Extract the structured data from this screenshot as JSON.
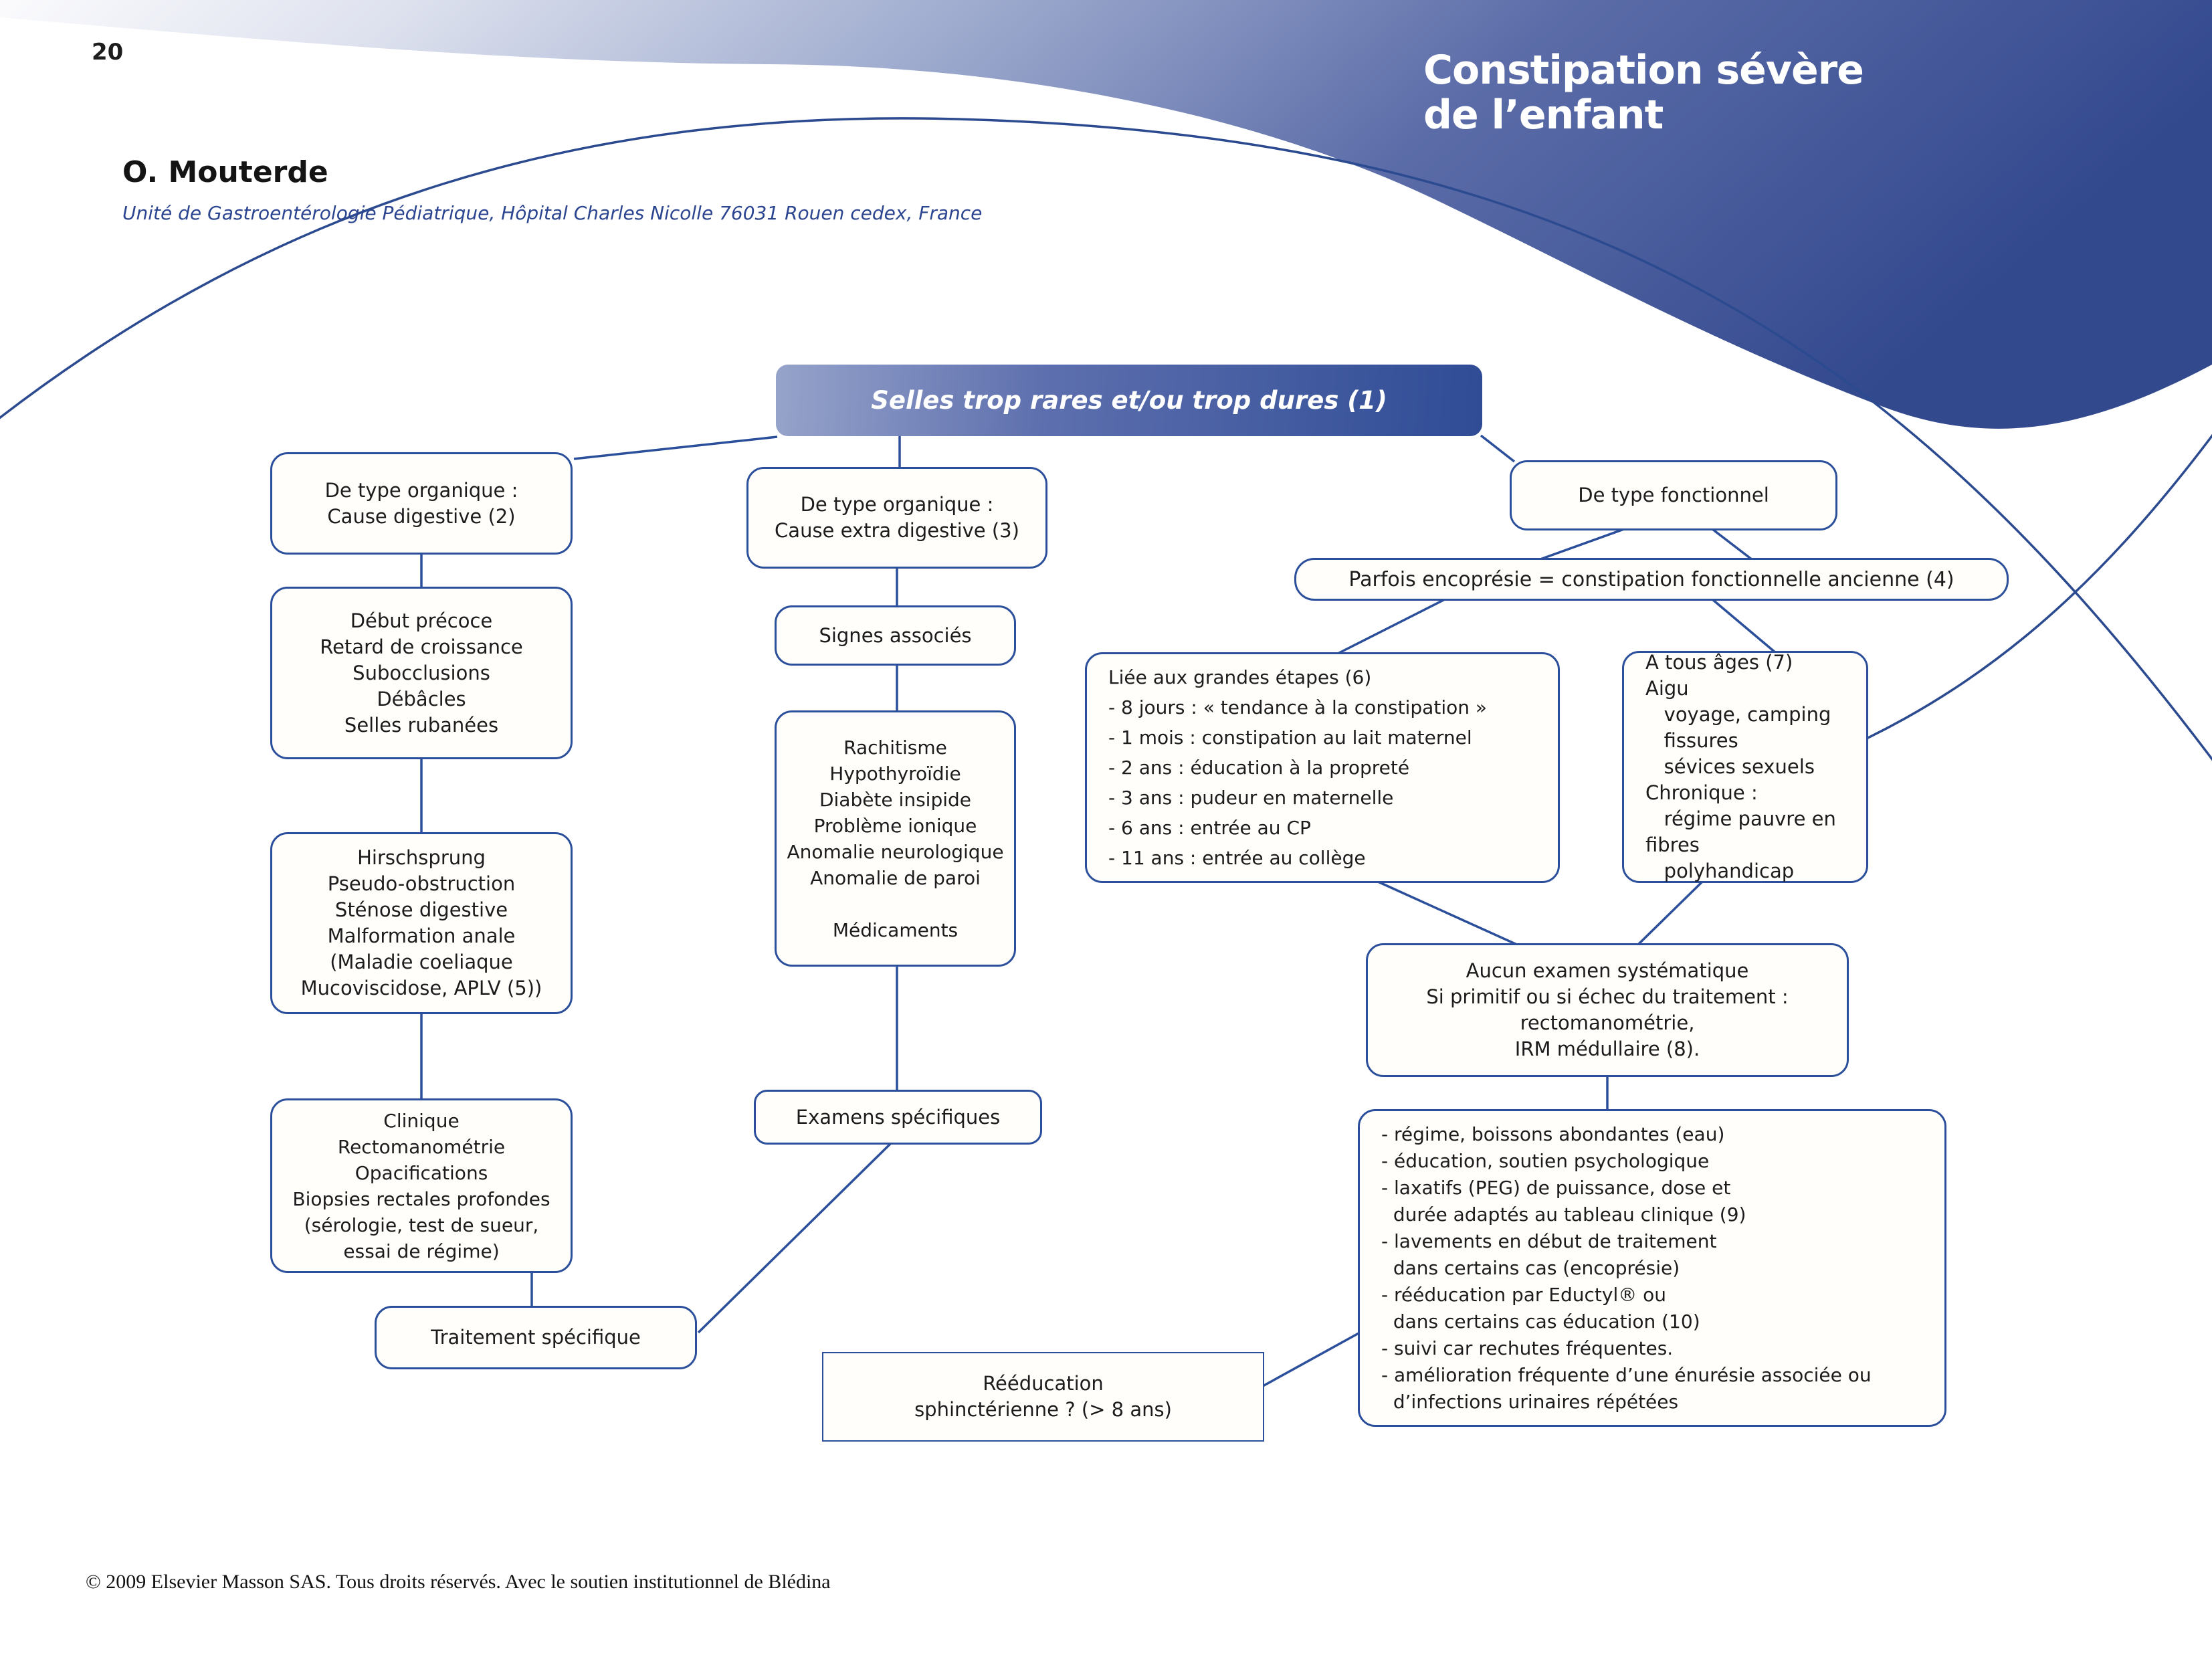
{
  "page": {
    "number": "20",
    "copyright": "© 2009 Elsevier Masson SAS. Tous droits réservés. Avec le soutien institutionnel de Blédina"
  },
  "header": {
    "title": "Constipation sévère\nde l’enfant",
    "author": "O. Mouterde",
    "affiliation": "Unité de Gastroentérologie Pédiatrique, Hôpital Charles Nicolle 76031 Rouen cedex, France"
  },
  "flowchart": {
    "root": {
      "text": "Selles trop rares et/ou trop dures (1)"
    },
    "organic_digestive": {
      "text": "De type organique :\nCause digestive (2)"
    },
    "warning_signs": {
      "text": "Début précoce\nRetard de croissance\nSubocclusions\nDébâcles\nSelles rubanées"
    },
    "digestive_causes": {
      "text": "Hirschsprung\nPseudo-obstruction\nSténose digestive\nMalformation anale\n(Maladie coeliaque\nMucoviscidose, APLV (5))"
    },
    "digestive_workup": {
      "text": "Clinique\nRectomanométrie\nOpacifications\nBiopsies rectales profondes\n(sérologie, test de sueur,\nessai de régime)"
    },
    "specific_treatment": {
      "text": "Traitement spécifique"
    },
    "organic_extradigestive": {
      "text": "De type organique :\nCause extra digestive (3)"
    },
    "associated_signs": {
      "text": "Signes associés"
    },
    "extradigestive_causes": {
      "text": "Rachitisme\nHypothyroïdie\nDiabète insipide\nProblème ionique\nAnomalie neurologique\nAnomalie de paroi\n\nMédicaments"
    },
    "specific_exams": {
      "text": "Examens spécifiques"
    },
    "sphincter_reeducation": {
      "text": "Rééducation\nsphinctérienne ? (> 8 ans)"
    },
    "functional": {
      "text": "De type fonctionnel"
    },
    "encopresis": {
      "text": "Parfois encoprésie = constipation fonctionnelle ancienne (4)"
    },
    "milestones": {
      "text": "Liée aux grandes étapes (6)\n- 8 jours : « tendance à la constipation »\n- 1 mois : constipation au lait maternel\n- 2 ans : éducation à la propreté\n- 3 ans : pudeur en maternelle\n- 6 ans : entrée au CP\n- 11 ans : entrée au collège"
    },
    "all_ages": {
      "text": "A tous âges (7)\nAigu\n   voyage, camping\n   fissures\n   sévices sexuels\nChronique :\n   régime pauvre en fibres\n   polyhandicap"
    },
    "no_systematic_exam": {
      "text": "Aucun examen systématique\nSi primitif ou si échec du traitement :\nrectomanométrie,\nIRM médullaire (8)."
    },
    "functional_treatment": {
      "text": "- régime, boissons abondantes (eau)\n- éducation, soutien psychologique\n- laxatifs (PEG) de puissance, dose et\n  durée adaptés au tableau clinique (9)\n- lavements en début de traitement\n  dans certains cas (encoprésie)\n- rééducation par Eductyl® ou\n  dans certains cas éducation (10)\n- suivi car rechutes fréquentes.\n- amélioration fréquente d’une énurésie associée ou\n  d’infections urinaires répétées"
    }
  },
  "colors": {
    "accent_border": "#2b4f9a",
    "blob_dark": "#33498e",
    "blob_light": "#fbfbfd",
    "root_gradient_left": "#96a3ca",
    "root_gradient_right": "#2f4c95",
    "title_text": "#ffffff",
    "affiliation_blue": "#2b4590",
    "body_text": "#1c1c1c"
  }
}
